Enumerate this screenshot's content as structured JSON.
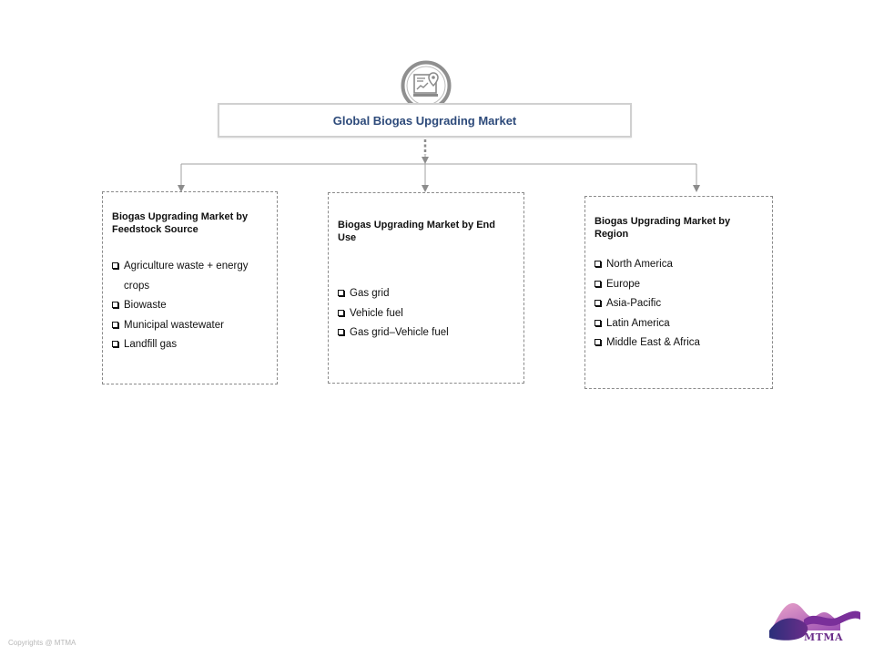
{
  "title": "Global Biogas Upgrading Market",
  "icon": "report-chart-icon",
  "categories": [
    {
      "id": "feedstock",
      "heading": "Biogas Upgrading  Market by Feedstock  Source",
      "items": [
        "Agriculture waste + energy crops",
        "Biowaste",
        "Municipal wastewater",
        "Landfill gas"
      ]
    },
    {
      "id": "enduse",
      "heading": "Biogas Upgrading  Market by End Use",
      "items": [
        "Gas grid",
        "Vehicle fuel",
        "Gas grid–Vehicle fuel"
      ]
    },
    {
      "id": "region",
      "heading": "Biogas Upgrading  Market by Region",
      "items": [
        "North America",
        "Europe",
        "Asia-Pacific",
        "Latin America",
        "Middle East & Africa"
      ]
    }
  ],
  "footer": {
    "copyright": "Copyrights @ MTMA",
    "logo_text": "MTMA"
  },
  "colors": {
    "title_text": "#2d4a7a",
    "connector": "#8c8c8c",
    "icon_ring": "#8f8f8f",
    "logo_purple": "#6b2d8a",
    "logo_navy": "#2a2a7a"
  }
}
